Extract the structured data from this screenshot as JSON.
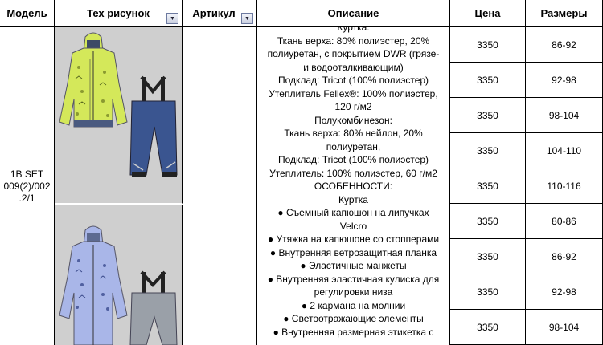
{
  "headers": {
    "model": "Модель",
    "image": "Тех рисунок",
    "article": "Артикул",
    "description": "Описание",
    "price": "Цена",
    "sizes": "Размеры"
  },
  "model_code_lines": [
    "1B SET",
    "009(2)/002",
    ".2/1"
  ],
  "description_lines": [
    "Куртка:",
    "Ткань верха:  80% полиэстер, 20%",
    "полиуретан,  с покрытием DWR (грязе-",
    "и водооталкивающим)",
    "Подклад: Tricot (100% полиэстер)",
    "Утеплитель Fellex®: 100% полиэстер,",
    "120 г/м2",
    "Полукомбинезон:",
    "Ткань верха:  80% нейлон, 20%",
    "полиуретан,",
    "Подклад: Tricot (100% полиэстер)",
    "Утеплитель: 100% полиэстер, 60 г/м2",
    "ОСОБЕННОСТИ:",
    "Куртка",
    "● Съемный капюшон на липучках",
    "Velcro",
    "● Утяжка на капюшоне со стопперами",
    "● Внутренняя ветрозащитная планка",
    "● Эластичные манжеты",
    "● Внутренняя эластичная кулиска для",
    "регулировки низа",
    "● 2 кармана на молнии",
    "● Светоотражающие элементы",
    "● Внутренняя размерная этикетка с"
  ],
  "rows": [
    {
      "price": "3350",
      "size": "86-92"
    },
    {
      "price": "3350",
      "size": "92-98"
    },
    {
      "price": "3350",
      "size": "98-104"
    },
    {
      "price": "3350",
      "size": "104-110"
    },
    {
      "price": "3350",
      "size": "110-116"
    },
    {
      "price": "3350",
      "size": "80-86"
    },
    {
      "price": "3350",
      "size": "86-92"
    },
    {
      "price": "3350",
      "size": "92-98"
    },
    {
      "price": "3350",
      "size": "98-104"
    }
  ],
  "colors": {
    "jacket_green": "#d4e85a",
    "jacket_blue": "#a9b6e8",
    "pants_navy": "#3a5590",
    "pants_gray": "#9aa0a8",
    "image_bg": "#cfcfcf"
  }
}
